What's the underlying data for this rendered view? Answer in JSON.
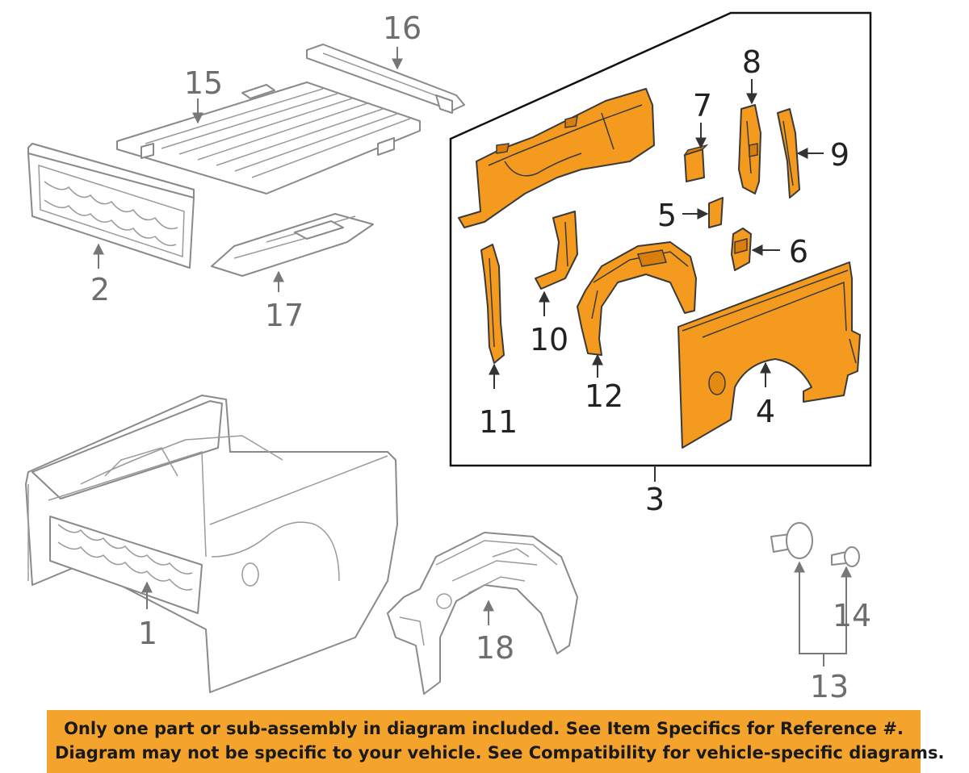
{
  "callouts": {
    "c1": "1",
    "c2": "2",
    "c3": "3",
    "c4": "4",
    "c5": "5",
    "c6": "6",
    "c7": "7",
    "c8": "8",
    "c9": "9",
    "c10": "10",
    "c11": "11",
    "c12": "12",
    "c13": "13",
    "c14": "14",
    "c15": "15",
    "c16": "16",
    "c17": "17",
    "c18": "18"
  },
  "colors": {
    "highlight": "#f39a1f",
    "banner": "#f4a32c",
    "outline": "#8a8a8a"
  },
  "banner": {
    "line1": "Only one part or sub-assembly in diagram included. See Item Specifics for Reference #.",
    "line2": "Diagram may not be specific to your vehicle. See Compatibility for vehicle-specific diagrams."
  }
}
